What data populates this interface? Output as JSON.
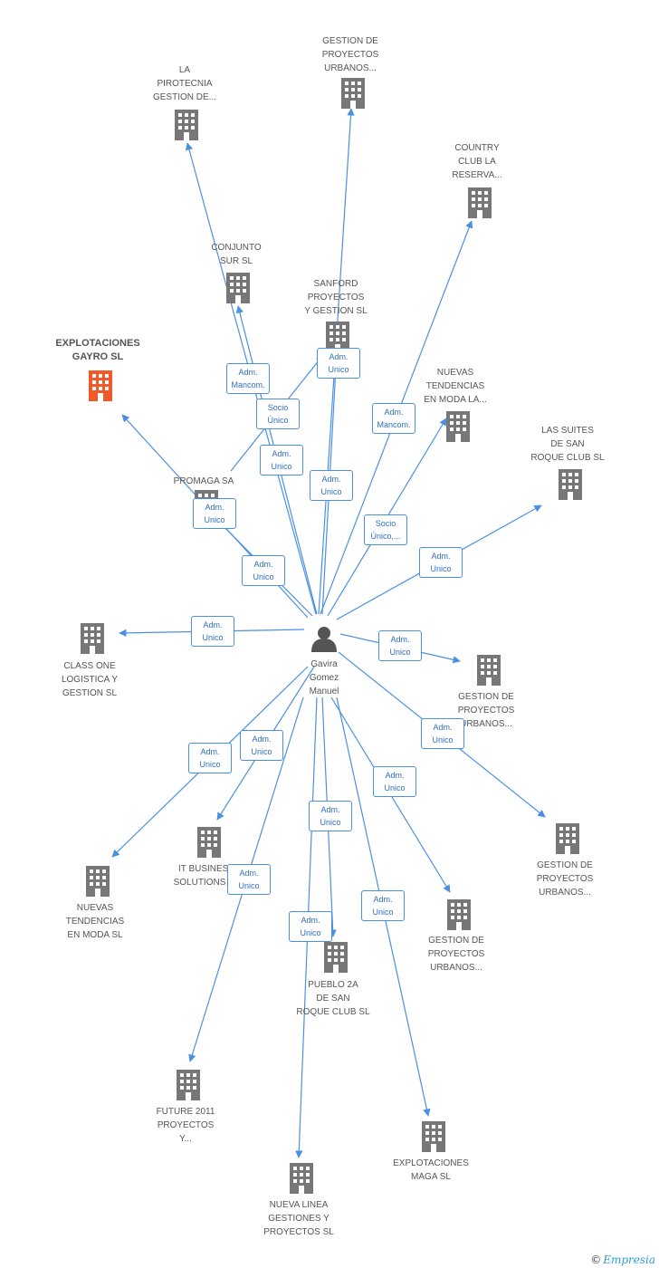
{
  "colors": {
    "edge": "#4a90e2",
    "building": "#777777",
    "highlight_building": "#f05a28",
    "person": "#555555"
  },
  "center": {
    "name": "Gavira\nGomez\nManuel",
    "icon": "person-icon"
  },
  "nodes": [
    {
      "id": "gestion-proyectos-urbanos-top",
      "label": "GESTION DE\nPROYECTOS\nURBANOS...",
      "icon": "building-icon"
    },
    {
      "id": "la-pirotecnia",
      "label": "LA\nPIROTECNIA\nGESTION DE...",
      "icon": "building-icon"
    },
    {
      "id": "country-club",
      "label": "COUNTRY\nCLUB LA\nRESERVA...",
      "icon": "building-icon"
    },
    {
      "id": "conjunto-sur",
      "label": "CONJUNTO\nSUR SL",
      "icon": "building-icon"
    },
    {
      "id": "sanford",
      "label": "SANFORD\nPROYECTOS\nY GESTION SL",
      "icon": "building-icon"
    },
    {
      "id": "explotaciones-gayro",
      "label": "EXPLOTACIONES\nGAYRO SL",
      "icon": "building-icon",
      "highlight": true
    },
    {
      "id": "nuevas-tendencias-moda-la",
      "label": "NUEVAS\nTENDENCIAS\nEN MODA LA...",
      "icon": "building-icon"
    },
    {
      "id": "las-suites",
      "label": "LAS SUITES\nDE SAN\nROQUE CLUB SL",
      "icon": "building-icon"
    },
    {
      "id": "promaga",
      "label": "PROMAGA SA",
      "icon": "building-icon"
    },
    {
      "id": "class-one",
      "label": "CLASS ONE\nLOGISTICA Y\nGESTION SL",
      "icon": "building-icon"
    },
    {
      "id": "gestion-proyectos-urbanos-right1",
      "label": "GESTION DE\nPROYECTOS\nURBANOS...",
      "icon": "building-icon"
    },
    {
      "id": "gestion-proyectos-urbanos-right2",
      "label": "GESTION DE\nPROYECTOS\nURBANOS...",
      "icon": "building-icon"
    },
    {
      "id": "it-business",
      "label": "IT BUSINESS\nSOLUTIONS SL",
      "icon": "building-icon"
    },
    {
      "id": "nuevas-tendencias-moda-sl",
      "label": "NUEVAS\nTENDENCIAS\nEN MODA SL",
      "icon": "building-icon"
    },
    {
      "id": "gestion-proyectos-urbanos-bottom",
      "label": "GESTION DE\nPROYECTOS\nURBANOS...",
      "icon": "building-icon"
    },
    {
      "id": "pueblo-2a",
      "label": "PUEBLO 2A\nDE SAN\nROQUE CLUB SL",
      "icon": "building-icon"
    },
    {
      "id": "future-2011",
      "label": "FUTURE 2011\nPROYECTOS\nY...",
      "icon": "building-icon"
    },
    {
      "id": "explotaciones-maga",
      "label": "EXPLOTACIONES\nMAGA SL",
      "icon": "building-icon"
    },
    {
      "id": "nueva-linea",
      "label": "NUEVA LINEA\nGESTIONES Y\nPROYECTOS SL",
      "icon": "building-icon"
    }
  ],
  "badges": [
    "Adm.\nMancom.",
    "Adm.\nUnico",
    "Socio\nÚnico",
    "Adm.\nUnico",
    "Adm.\nMancom.",
    "Adm.\nUnico",
    "Adm.\nUnico",
    "Socio\nÚnico,...",
    "Adm.\nUnico",
    "Adm.\nUnico",
    "Adm.\nUnico",
    "Adm.\nUnico",
    "Adm.\nUnico",
    "Adm.\nUnico",
    "Adm.\nUnico",
    "Adm.\nUnico",
    "Adm.\nUnico",
    "Adm.\nUnico",
    "Adm.\nUnico",
    "Adm.\nUnico"
  ],
  "footer": {
    "copyright": "©",
    "brand": "Empresia"
  }
}
